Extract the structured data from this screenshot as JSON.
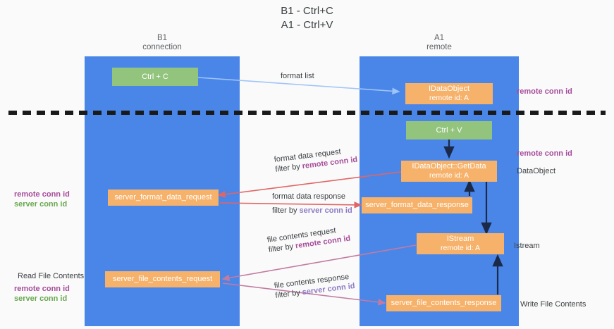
{
  "title": {
    "line1": "B1 - Ctrl+C",
    "line2": "A1 - Ctrl+V"
  },
  "lanes": [
    {
      "id": "b1",
      "name": "B1",
      "role": "connection",
      "color": "#4a86e8"
    },
    {
      "id": "a1",
      "name": "A1",
      "role": "remote",
      "color": "#4a86e8"
    }
  ],
  "nodes": {
    "ctrl_c": {
      "line1": "Ctrl + C",
      "line2": "",
      "color": "#93c47d"
    },
    "ctrl_v": {
      "line1": "Ctrl + V",
      "line2": "",
      "color": "#93c47d"
    },
    "idataobject": {
      "line1": "IDataObject",
      "line2": "remote id: A",
      "color": "#f6b26b"
    },
    "getdata": {
      "line1": "IDataObject::GetData",
      "line2": "remote id: A",
      "color": "#f6b26b"
    },
    "istream": {
      "line1": "IStream",
      "line2": "remote id: A",
      "color": "#f6b26b"
    },
    "fmt_req": {
      "line1": "server_format_data_request",
      "line2": "",
      "color": "#f6b26b"
    },
    "fmt_resp": {
      "line1": "server_format_data_response",
      "line2": "",
      "color": "#f6b26b"
    },
    "file_req": {
      "line1": "server_file_contents_request",
      "line2": "",
      "color": "#f6b26b"
    },
    "file_resp": {
      "line1": "server_file_contents_response",
      "line2": "",
      "color": "#f6b26b"
    }
  },
  "connectors": {
    "format_list": {
      "label": "format list",
      "color": "#9fc5f8"
    },
    "format_data_request": {
      "label": "format data request",
      "filter_prefix": "filter by ",
      "filter_key": "remote conn id",
      "color": "#e06666"
    },
    "format_data_response": {
      "label": "format data response",
      "filter_prefix": "filter by ",
      "filter_key": "server conn id",
      "color": "#e06666"
    },
    "file_contents_request": {
      "label": "file contents request",
      "filter_prefix": "filter by ",
      "filter_key": "remote conn id",
      "color": "#c27ba0"
    },
    "file_contents_response": {
      "label": "file contents response",
      "filter_prefix": "filter by ",
      "filter_key": "server conn id",
      "color": "#c27ba0"
    }
  },
  "annotations": {
    "left": {
      "mid_remote": "remote conn id",
      "mid_server": "server conn id",
      "read_file_contents": "Read File Contents",
      "low_remote": "remote conn id",
      "low_server": "server conn id"
    },
    "right": {
      "top_remote": "remote conn id",
      "mid_remote": "remote conn id",
      "dataobject": "DataObject",
      "istream": "Istream",
      "write_file_contents": "Write File Contents"
    }
  },
  "colors": {
    "lane": "#4a86e8",
    "green_node": "#93c47d",
    "orange_node": "#f6b26b",
    "remote_key": "#a64d9a",
    "server_key_left": "#6aa84f",
    "server_key_label": "#8e7cc3",
    "arrow_red": "#e06666",
    "arrow_purple": "#c27ba0",
    "arrow_blue": "#9fc5f8",
    "arrow_dark": "#1c2a4a",
    "divider": "#1a1a1a",
    "background": "#fafafa"
  }
}
